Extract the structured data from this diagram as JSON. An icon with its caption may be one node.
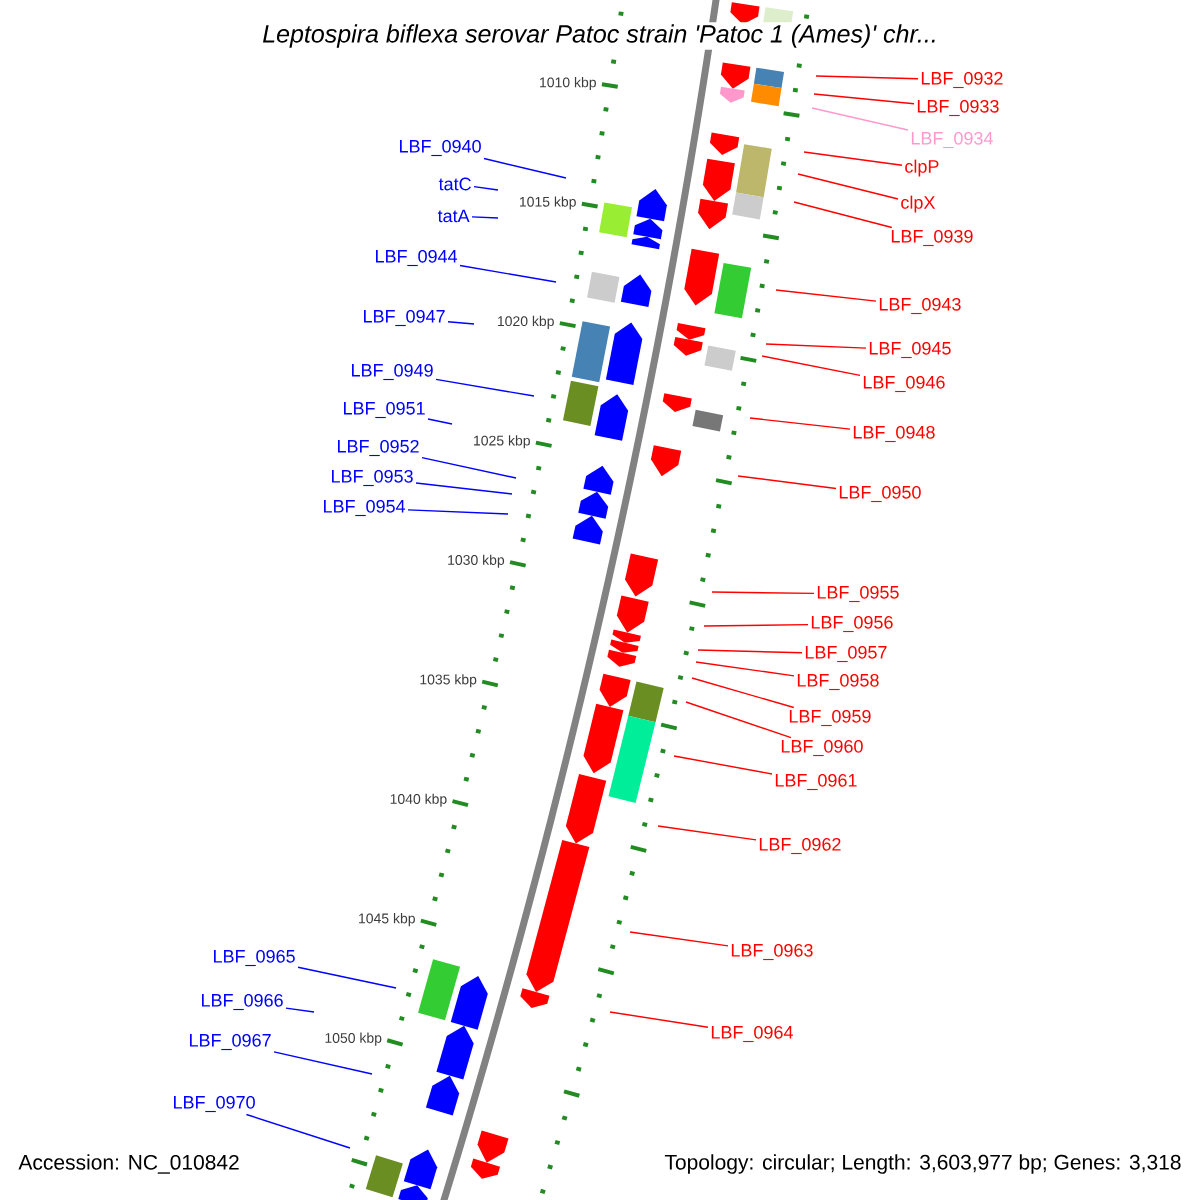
{
  "diagram": {
    "title": "Leptospira biflexa serovar Patoc strain 'Patoc 1 (Ames)' chr...",
    "nodes": [
      {
        "text": [
          "LBF_0932"
        ]
      },
      {
        "text": [
          "LBF_0933"
        ]
      },
      {
        "text": [
          "LBF_0934"
        ]
      },
      {
        "text": [
          "clpP"
        ]
      },
      {
        "text": [
          "clpX"
        ]
      },
      {
        "text": [
          "LBF_0939"
        ]
      },
      {
        "text": [
          "LBF_0940"
        ]
      },
      {
        "text": [
          "tatC"
        ]
      },
      {
        "text": [
          "tatA"
        ]
      },
      {
        "text": [
          "LBF_0944"
        ]
      },
      {
        "text": [
          "LBF_0943"
        ]
      },
      {
        "text": [
          "LBF_0947"
        ]
      },
      {
        "text": [
          "LBF_0945"
        ]
      },
      {
        "text": [
          "LBF_0946"
        ]
      },
      {
        "text": [
          "LBF_0949"
        ]
      },
      {
        "text": [
          "LBF_0951"
        ]
      },
      {
        "text": [
          "LBF_0948"
        ]
      },
      {
        "text": [
          "LBF_0952"
        ]
      },
      {
        "text": [
          "LBF_0953"
        ]
      },
      {
        "text": [
          "LBF_0950"
        ]
      },
      {
        "text": [
          "LBF_0954"
        ]
      },
      {
        "text": [
          "LBF_0955"
        ]
      },
      {
        "text": [
          "LBF_0956"
        ]
      },
      {
        "text": [
          "LBF_0957"
        ]
      },
      {
        "text": [
          "LBF_0958"
        ]
      },
      {
        "text": [
          "LBF_0959"
        ]
      },
      {
        "text": [
          "LBF_0960"
        ]
      },
      {
        "text": [
          "LBF_0961"
        ]
      },
      {
        "text": [
          "LBF_0962"
        ]
      },
      {
        "text": [
          "LBF_0963"
        ]
      },
      {
        "text": [
          "LBF_0965"
        ]
      },
      {
        "text": [
          "LBF_0966"
        ]
      },
      {
        "text": [
          "LBF_0964"
        ]
      },
      {
        "text": [
          "LBF_0967"
        ]
      },
      {
        "text": [
          "LBF_0970"
        ]
      }
    ],
    "edges": [
      {
        "from": 0,
        "to": null,
        "arrow": "none"
      },
      {
        "from": 1,
        "to": null,
        "arrow": "none"
      },
      {
        "from": 2,
        "to": null,
        "arrow": "none",
        "color": "#ff99cc"
      },
      {
        "from": 3,
        "to": null,
        "arrow": "none"
      },
      {
        "from": 4,
        "to": null,
        "arrow": "none"
      },
      {
        "from": 5,
        "to": null,
        "arrow": "none"
      },
      {
        "from": 6,
        "to": null,
        "arrow": "none",
        "color": "#0000ff"
      },
      {
        "from": 7,
        "to": null,
        "arrow": "none",
        "color": "#0000ff"
      },
      {
        "from": 8,
        "to": null,
        "arrow": "none",
        "color": "#0000ff"
      },
      {
        "from": 9,
        "to": null,
        "arrow": "none",
        "color": "#0000ff"
      },
      {
        "from": 10,
        "to": null,
        "arrow": "none"
      },
      {
        "from": 11,
        "to": null,
        "arrow": "none",
        "color": "#0000ff"
      },
      {
        "from": 12,
        "to": null,
        "arrow": "none"
      },
      {
        "from": 13,
        "to": null,
        "arrow": "none"
      },
      {
        "from": 14,
        "to": null,
        "arrow": "none",
        "color": "#0000ff"
      },
      {
        "from": 15,
        "to": null,
        "arrow": "none",
        "color": "#0000ff"
      },
      {
        "from": 16,
        "to": null,
        "arrow": "none"
      },
      {
        "from": 17,
        "to": null,
        "arrow": "none",
        "color": "#0000ff"
      },
      {
        "from": 18,
        "to": null,
        "arrow": "none",
        "color": "#0000ff"
      },
      {
        "from": 19,
        "to": null,
        "arrow": "none"
      },
      {
        "from": 20,
        "to": null,
        "arrow": "none",
        "color": "#0000ff"
      },
      {
        "from": 21,
        "to": null,
        "arrow": "none"
      },
      {
        "from": 22,
        "to": null,
        "arrow": "none"
      },
      {
        "from": 23,
        "to": null,
        "arrow": "none"
      },
      {
        "from": 24,
        "to": null,
        "arrow": "none"
      },
      {
        "from": 25,
        "to": null,
        "arrow": "none"
      },
      {
        "from": 26,
        "to": null,
        "arrow": "none"
      },
      {
        "from": 27,
        "to": null,
        "arrow": "none"
      },
      {
        "from": 28,
        "to": null,
        "arrow": "none"
      },
      {
        "from": 29,
        "to": null,
        "arrow": "none"
      },
      {
        "from": 30,
        "to": null,
        "arrow": "none",
        "color": "#0000ff"
      },
      {
        "from": 31,
        "to": null,
        "arrow": "none",
        "color": "#0000ff"
      },
      {
        "from": 32,
        "to": null,
        "arrow": "none"
      },
      {
        "from": 33,
        "to": null,
        "arrow": "none",
        "color": "#0000ff"
      },
      {
        "from": 34,
        "to": null,
        "arrow": "none",
        "color": "#0000ff"
      }
    ],
    "labels": [
      "1010 kbp",
      "1015 kbp",
      "1020 kbp",
      "1025 kbp",
      "1030 kbp",
      "1035 kbp",
      "1040 kbp",
      "1045 kbp",
      "1050 kbp",
      "Accession: NC_010842",
      "Topology: circular; Length: 3,603,977 bp; Genes: 3,318"
    ]
  }
}
